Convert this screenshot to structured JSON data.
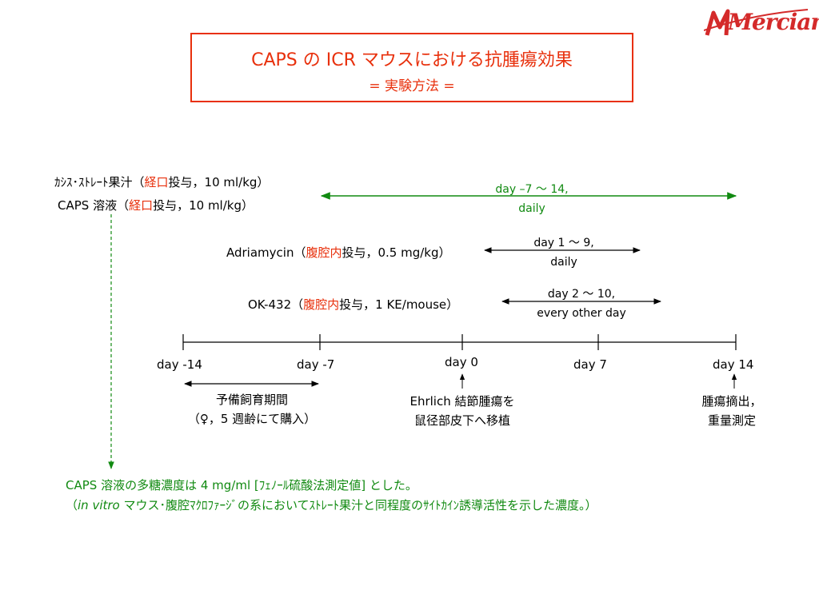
{
  "logo": {
    "text": "Mercian"
  },
  "title": {
    "main": "CAPS の ICR マウスにおける抗腫瘍効果",
    "sub": "= 実験方法 ="
  },
  "treatments": {
    "juice": {
      "prefix": "ｶｼｽ･ｽﾄﾚｰﾄ果汁（",
      "route": "経口",
      "suffix": "投与，10 ml/kg）"
    },
    "caps": {
      "prefix": "CAPS 溶液（",
      "route": "経口",
      "suffix": "投与，10 ml/kg）"
    },
    "oral_period": {
      "line1": "day –7 〜 14,",
      "line2": "daily"
    },
    "adriamycin": {
      "prefix": "Adriamycin（",
      "route": "腹腔内",
      "suffix": "投与，0.5 mg/kg）"
    },
    "adriamycin_period": {
      "line1": "day 1 〜 9,",
      "line2": "daily"
    },
    "ok432": {
      "prefix": "OK-432（",
      "route": "腹腔内",
      "suffix": "投与，1 KE/mouse）"
    },
    "ok432_period": {
      "line1": "day 2 〜 10,",
      "line2": "every other day"
    }
  },
  "timeline": {
    "ticks": [
      "day -14",
      "day -7",
      "day 0",
      "day 7",
      "day 14"
    ]
  },
  "events": {
    "acclimation": {
      "line1": "予備飼育期間",
      "line2": "（♀，5 週齢にて購入）"
    },
    "implant": {
      "line1": "Ehrlich 結節腫瘍を",
      "line2": "鼠径部皮下へ移植"
    },
    "excision": {
      "line1": "腫瘍摘出，",
      "line2": "重量測定"
    }
  },
  "notes": {
    "line1": "CAPS 溶液の多糖濃度は 4 mg/ml [ﾌｪﾉｰﾙ硫酸法測定値] とした。",
    "line2_open": "（",
    "line2_italic": "in vitro",
    "line2_rest": " マウス･腹腔ﾏｸﾛﾌｧｰｼﾞの系においてｽﾄﾚｰﾄ果汁と同程度のｻｲﾄｶｲﾝ誘導活性を示した濃度。）"
  },
  "colors": {
    "accent": "#e8300c",
    "green": "#118a11"
  }
}
